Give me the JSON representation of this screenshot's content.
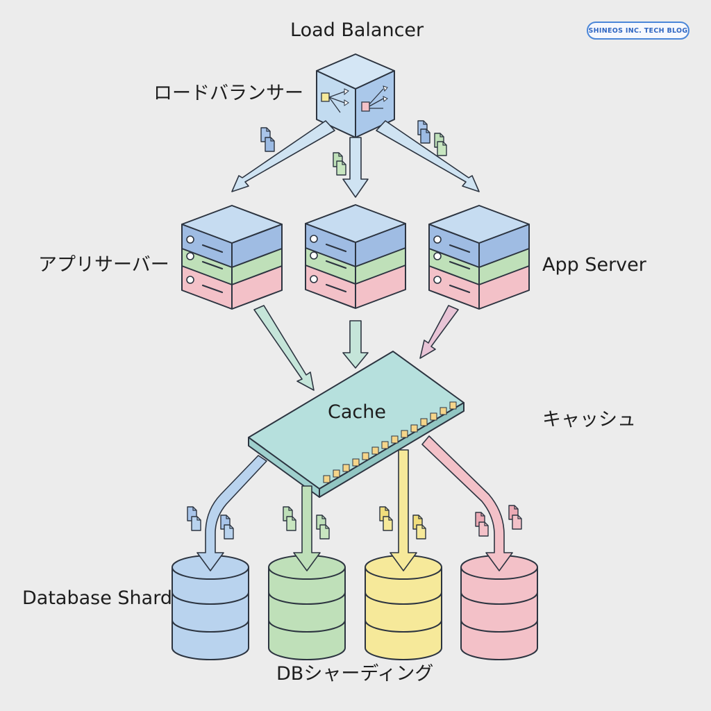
{
  "badge": "SHINEOS INC. TECH BLOG",
  "labels": {
    "load_balancer_en": "Load Balancer",
    "load_balancer_ja": "ロードバランサー",
    "app_server_ja": "アプリサーバー",
    "app_server_en": "App Server",
    "cache_en": "Cache",
    "cache_ja": "キャッシュ",
    "db_shard_en": "Database Shard",
    "db_shard_ja": "DBシャーディング"
  },
  "colors": {
    "blue": "#b9d3ee",
    "green": "#bfe0b9",
    "yellow": "#f6e99a",
    "pink": "#f3c1c8",
    "teal": "#b6e0dd",
    "outline": "#2c3440",
    "badge": "#4a86d8"
  },
  "icons": [
    "cube-icon",
    "server-stack-icon",
    "cache-switch-icon",
    "database-cylinder-icon",
    "document-icon"
  ]
}
